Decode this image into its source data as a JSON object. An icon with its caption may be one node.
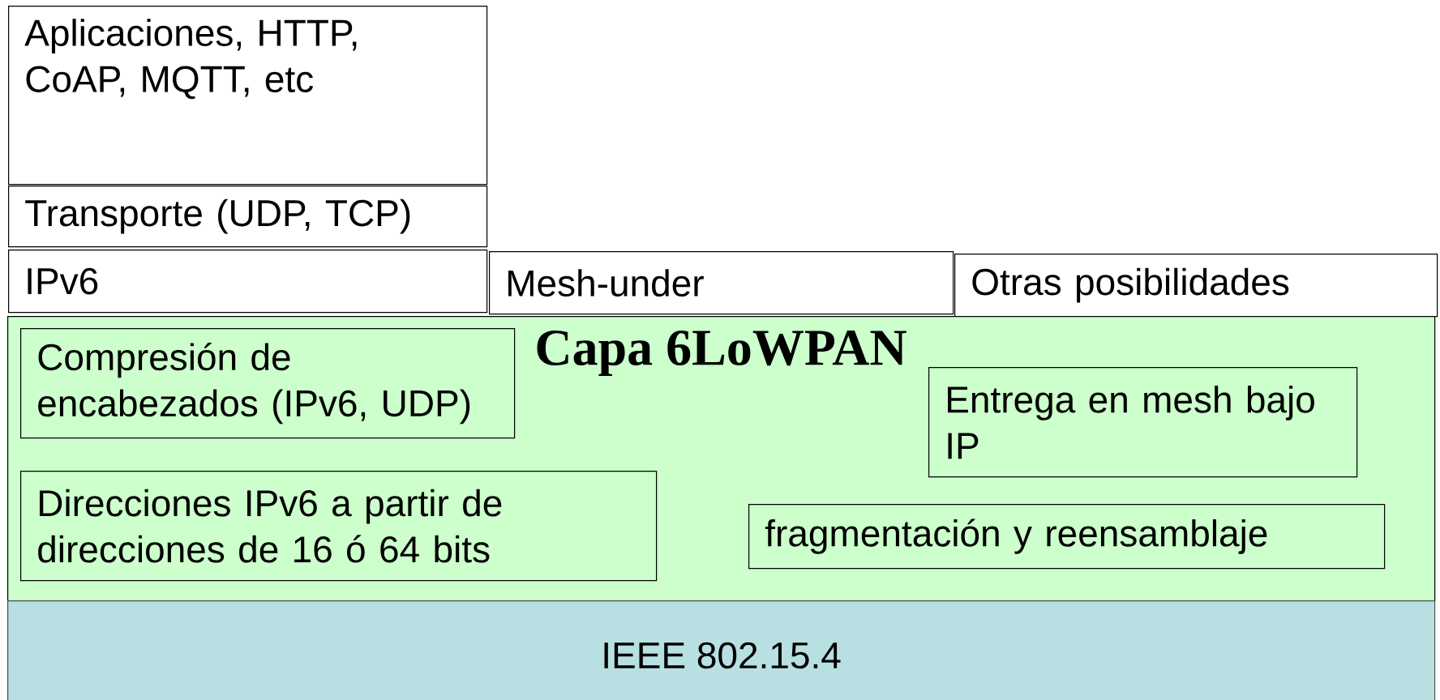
{
  "diagram": {
    "nodes": [
      {
        "text": [
          "Aplicaciones, HTTP, CoAP, MQTT, etc"
        ]
      },
      {
        "text": [
          "Transporte (UDP, TCP)"
        ]
      },
      {
        "text": [
          "IPv6"
        ]
      },
      {
        "text": [
          "Mesh-under"
        ]
      },
      {
        "text": [
          "Otras posibilidades"
        ]
      },
      {
        "text": [
          "Capa 6LoWPAN"
        ]
      },
      {
        "text": [
          "Compresión de encabezados (IPv6, UDP)"
        ],
        "in": 5
      },
      {
        "text": [
          "Entrega en mesh bajo IP"
        ],
        "in": 5
      },
      {
        "text": [
          "Direcciones IPv6 a partir de direcciones de 16 ó 64 bits"
        ],
        "in": 5
      },
      {
        "text": [
          "fragmentación y reensamblaje"
        ],
        "in": 5
      },
      {
        "text": [
          "IEEE 802.15.4"
        ]
      }
    ]
  }
}
